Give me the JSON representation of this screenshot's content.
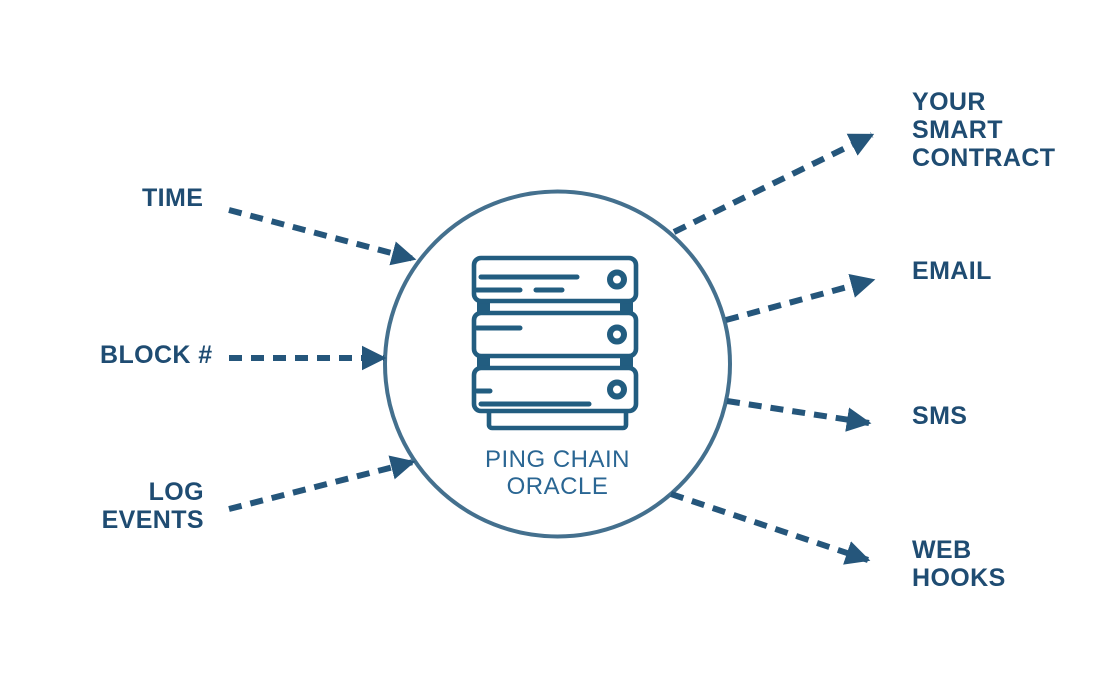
{
  "diagram": {
    "inputs": [
      {
        "name": "time",
        "lines": [
          "TIME"
        ]
      },
      {
        "name": "block-number",
        "lines": [
          "BLOCK #"
        ]
      },
      {
        "name": "log-events",
        "lines": [
          "LOG",
          "EVENTS"
        ]
      }
    ],
    "center": {
      "icon": "server-stack-icon",
      "label_lines": [
        "PING CHAIN",
        "ORACLE"
      ]
    },
    "outputs": [
      {
        "name": "smart-contract",
        "lines": [
          "YOUR",
          "SMART",
          "CONTRACT"
        ]
      },
      {
        "name": "email",
        "lines": [
          "EMAIL"
        ]
      },
      {
        "name": "sms",
        "lines": [
          "SMS"
        ]
      },
      {
        "name": "web-hooks",
        "lines": [
          "WEB",
          "HOOKS"
        ]
      }
    ],
    "colors": {
      "background": "#ffffff",
      "label_text": "#1f4c72",
      "arrow": "#25567b",
      "circle_stroke": "#44708e",
      "icon_stroke": "#225d80",
      "oracle_text": "#2a6693"
    }
  }
}
